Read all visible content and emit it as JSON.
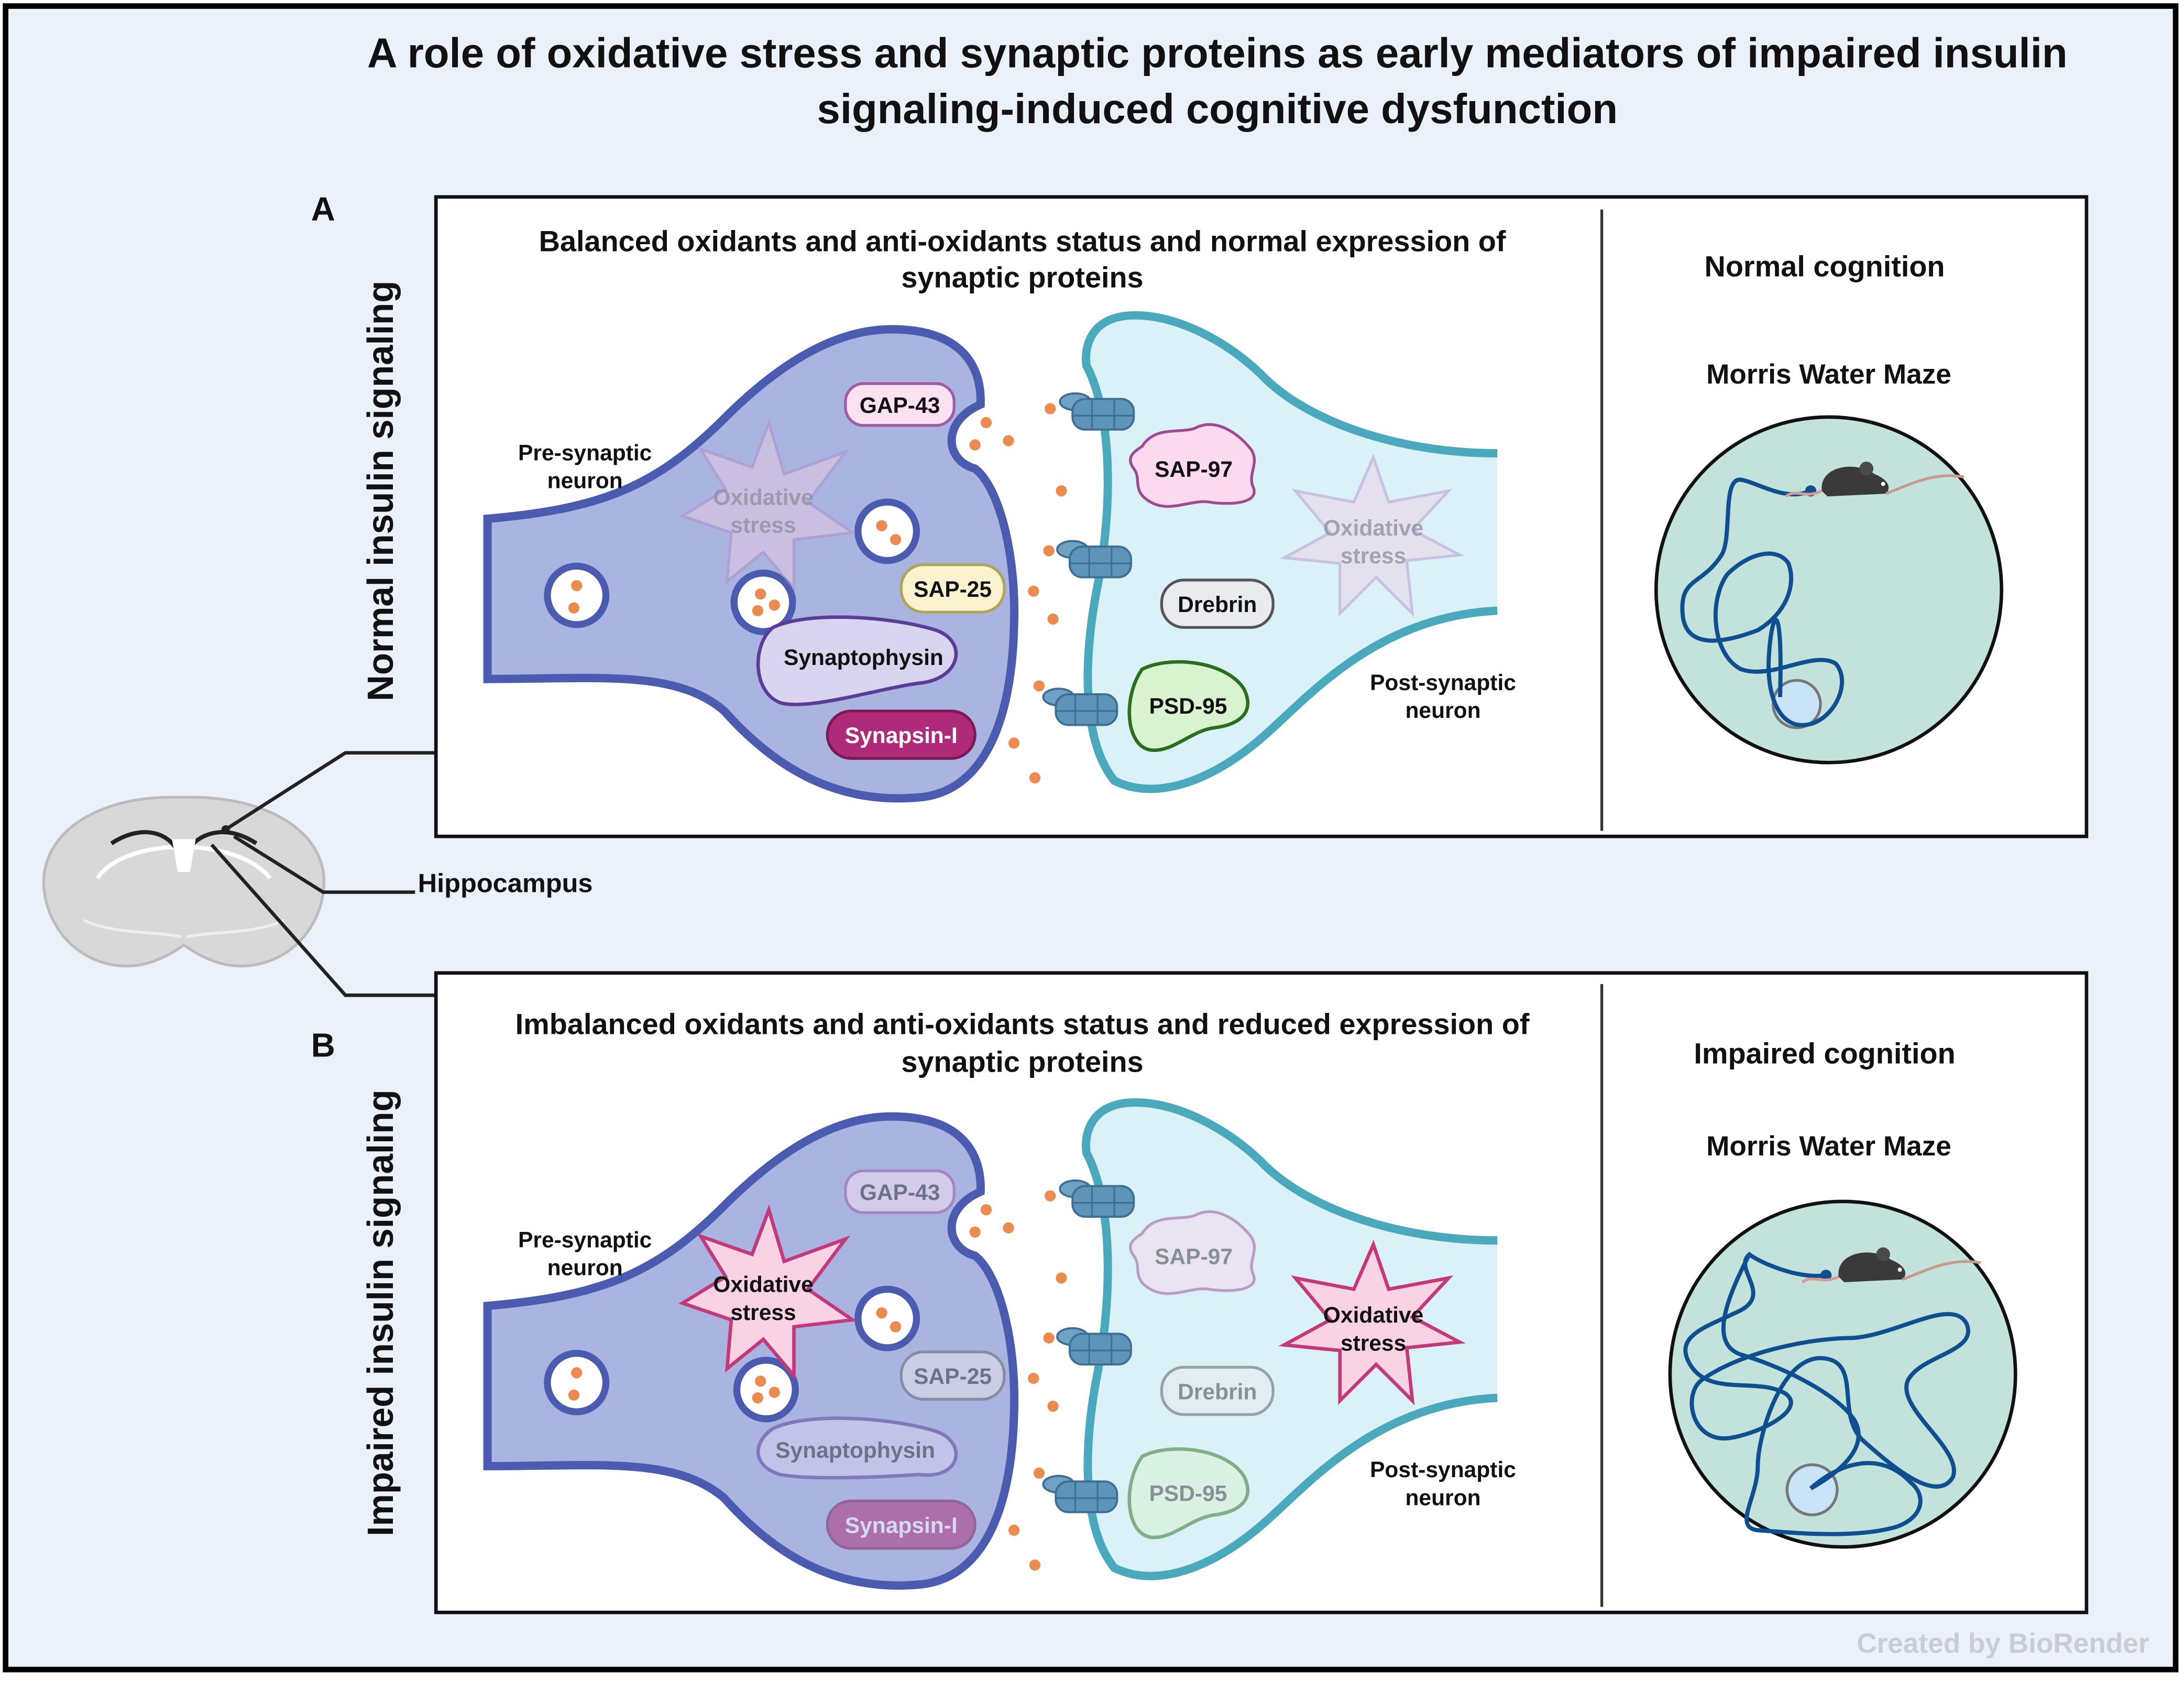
{
  "title": {
    "line1": "A role of oxidative stress and synaptic proteins as early mediators of impaired insulin",
    "line2": "signaling-induced cognitive dysfunction"
  },
  "hippocampus_label": "Hippocampus",
  "watermark": "Created by BioRender",
  "panel_a": {
    "letter": "A",
    "side_label": "Normal insulin signaling",
    "heading_line1": "Balanced oxidants and anti-oxidants status  and normal expression of",
    "heading_line2": "synaptic proteins",
    "pre_label_1": "Pre-synaptic",
    "pre_label_2": "neuron",
    "post_label_1": "Post-synaptic",
    "post_label_2": "neuron",
    "stress_pre_1": "Oxidative",
    "stress_pre_2": "stress",
    "stress_post_1": "Oxidative",
    "stress_post_2": "stress",
    "gap43": "GAP-43",
    "sap25": "SAP-25",
    "synaptophysin": "Synaptophysin",
    "synapsin": "Synapsin-I",
    "sap97": "SAP-97",
    "drebrin": "Drebrin",
    "psd95": "PSD-95",
    "cognition": "Normal cognition",
    "maze": "Morris Water Maze"
  },
  "panel_b": {
    "letter": "B",
    "side_label": "Impaired insulin signaling",
    "heading_line1": "Imbalanced oxidants and anti-oxidants status and reduced expression of",
    "heading_line2": "synaptic proteins",
    "pre_label_1": "Pre-synaptic",
    "pre_label_2": "neuron",
    "post_label_1": "Post-synaptic",
    "post_label_2": "neuron",
    "stress_pre_1": "Oxidative",
    "stress_pre_2": "stress",
    "stress_post_1": "Oxidative",
    "stress_post_2": "stress",
    "gap43": "GAP-43",
    "sap25": "SAP-25",
    "synaptophysin": "Synaptophysin",
    "synapsin": "Synapsin-I",
    "sap97": "SAP-97",
    "drebrin": "Drebrin",
    "psd95": "PSD-95",
    "cognition": "Impaired cognition",
    "maze": "Morris Water Maze"
  },
  "colors": {
    "background": "#eaf1fb",
    "pre_membrane": "#4a5bb0",
    "pre_fill": "#aab4e0",
    "post_membrane": "#4ba9bd",
    "post_fill": "#d9f1f7",
    "vesicle": "#ec8b4f",
    "receptor": "#5e94b8",
    "maze_pool": "#c4e2dc",
    "path": "#0f4e8f"
  }
}
